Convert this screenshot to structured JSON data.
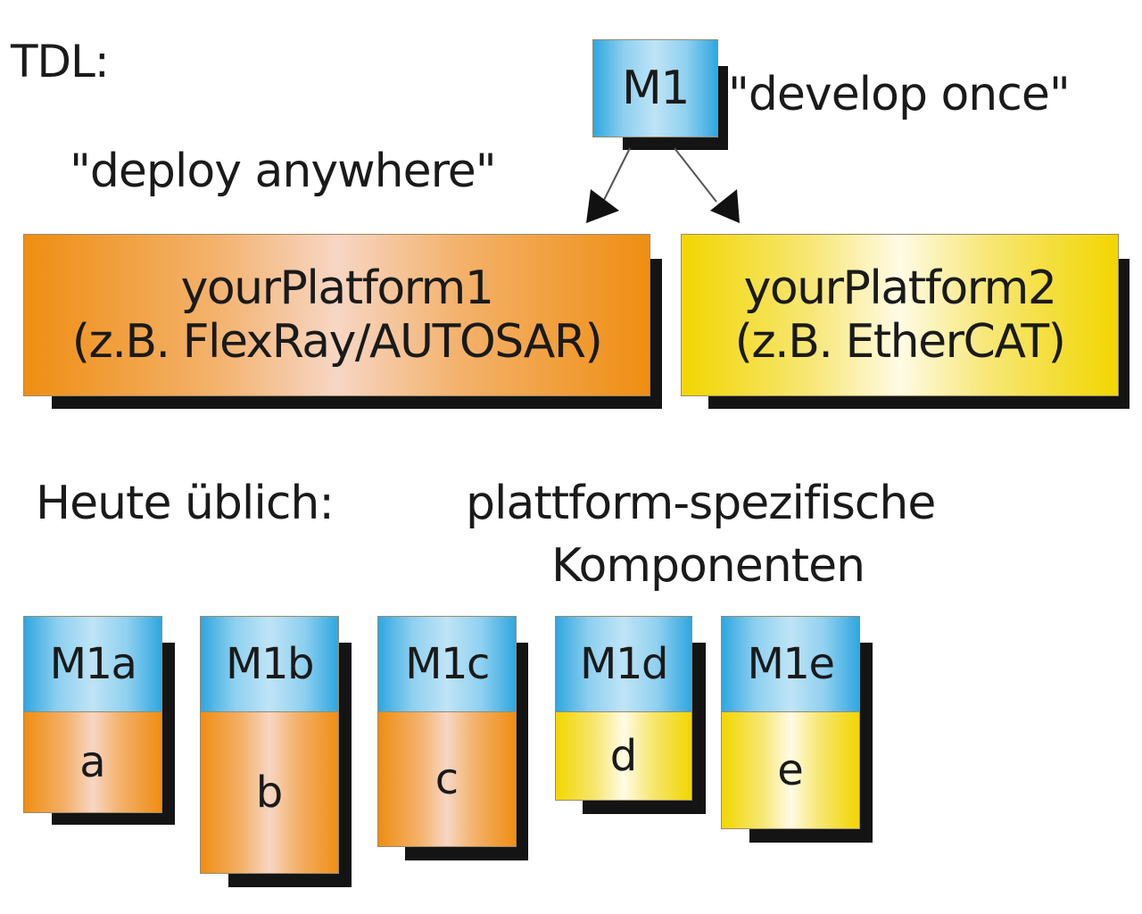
{
  "tdl_label": "TDL:",
  "develop_once": "\"develop once\"",
  "deploy_anywhere": "\"deploy anywhere\"",
  "main_module": "M1",
  "platforms": [
    {
      "name": "yourPlatform1",
      "example": "(z.B. FlexRay/AUTOSAR)",
      "color": "#ef8e12"
    },
    {
      "name": "yourPlatform2",
      "example": "(z.B. EtherCAT)",
      "color": "#f2d600"
    }
  ],
  "today_label": "Heute üblich:",
  "platform_specific_line1": "plattform-spezifische",
  "platform_specific_line2": "Komponenten",
  "components": [
    {
      "module": "M1a",
      "part": "a",
      "platform": "yourPlatform1"
    },
    {
      "module": "M1b",
      "part": "b",
      "platform": "yourPlatform1"
    },
    {
      "module": "M1c",
      "part": "c",
      "platform": "yourPlatform1"
    },
    {
      "module": "M1d",
      "part": "d",
      "platform": "yourPlatform2"
    },
    {
      "module": "M1e",
      "part": "e",
      "platform": "yourPlatform2"
    }
  ],
  "colors": {
    "module_blue": "#2fa7df",
    "platform1_orange": "#ef8e12",
    "platform2_yellow": "#f2d600",
    "shadow": "#141414"
  }
}
